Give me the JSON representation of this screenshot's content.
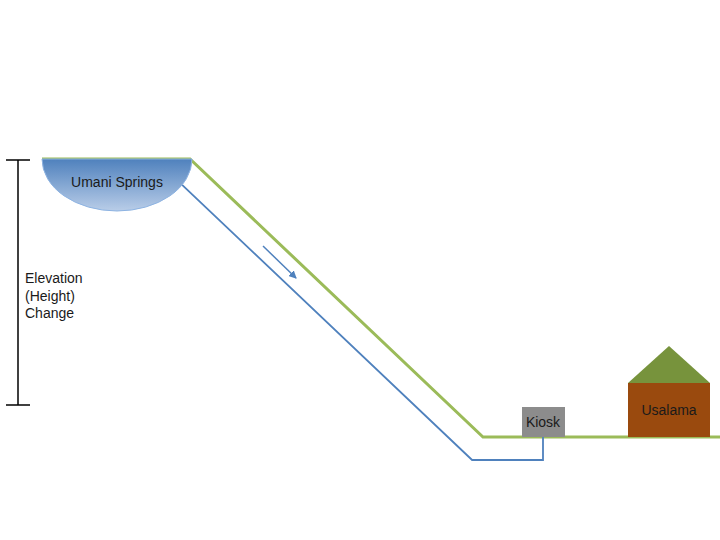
{
  "diagram": {
    "nodes": [
      {
        "text": [
          "Umani Springs"
        ]
      },
      {
        "text": [
          "Kiosk"
        ]
      },
      {
        "text": [
          "Usalama"
        ]
      }
    ],
    "edges": [
      {
        "from": 0,
        "to": 1,
        "arrow": "none"
      }
    ],
    "labels": [
      "Elevation (Height) Change"
    ]
  }
}
